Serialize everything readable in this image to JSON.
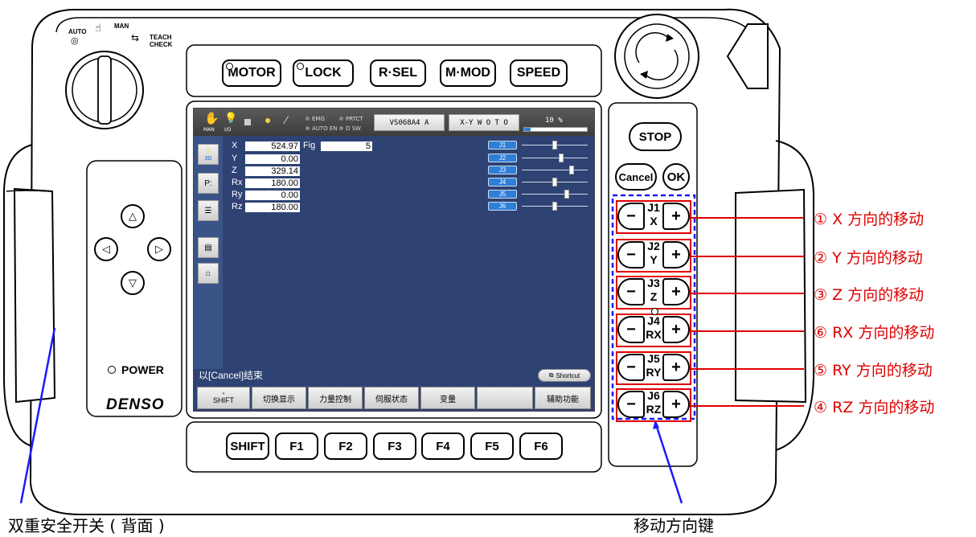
{
  "mode_switch": {
    "auto": "AUTO",
    "man": "MAN",
    "teach": "TEACH",
    "check": "CHECK"
  },
  "top_keys": [
    "MOTOR",
    "LOCK",
    "R·SEL",
    "M·MOD",
    "SPEED"
  ],
  "power_label": "POWER",
  "brand": "DENSO",
  "status_bar": {
    "icons": [
      {
        "icon": "hand-icon",
        "label": "MAN"
      },
      {
        "icon": "lamp-icon",
        "label": "I/O"
      },
      {
        "icon": "square-icon",
        "label": ""
      },
      {
        "icon": "bulb-icon",
        "label": ""
      },
      {
        "icon": "wrench-icon",
        "label": ""
      }
    ],
    "indicators": [
      "EMG",
      "PRTCT",
      "AUTO EN",
      "D SW"
    ],
    "robot_button": "VS068A4 A",
    "coord_button": "X-Y  W O T O",
    "speed": "10 %",
    "speed_fraction": 0.1
  },
  "side_tools": [
    {
      "icon": "cube-3d-icon",
      "label": "3D"
    },
    {
      "icon": "point-list-icon",
      "label": ""
    },
    {
      "icon": "variable-list-icon",
      "label": ""
    },
    {
      "icon": "program-icon",
      "label": ""
    },
    {
      "icon": "home-icon",
      "label": ""
    }
  ],
  "coordinates": [
    {
      "axis": "X",
      "value": "524.97"
    },
    {
      "axis": "Y",
      "value": "0.00"
    },
    {
      "axis": "Z",
      "value": "329.14"
    },
    {
      "axis": "Rx",
      "value": "180.00"
    },
    {
      "axis": "Ry",
      "value": "0.00"
    },
    {
      "axis": "Rz",
      "value": "180.00"
    }
  ],
  "fig": {
    "label": "Fig",
    "value": "5"
  },
  "joints": [
    {
      "label": "J1",
      "level": 0.5
    },
    {
      "label": "J2",
      "level": 0.6
    },
    {
      "label": "J3",
      "level": 0.75
    },
    {
      "label": "J4",
      "level": 0.5
    },
    {
      "label": "J5",
      "level": 0.68
    },
    {
      "label": "J6",
      "level": 0.5
    }
  ],
  "message": "以[Cancel]结束",
  "shortcut": "Shortcut",
  "function_bar": [
    "SHIFT",
    "切换显示",
    "力量控制",
    "伺服状态",
    "变量",
    "",
    "辅助功能"
  ],
  "fkeys": [
    "SHIFT",
    "F1",
    "F2",
    "F3",
    "F4",
    "F5",
    "F6"
  ],
  "right_keys": {
    "stop": "STOP",
    "cancel": "Cancel",
    "ok": "OK"
  },
  "jog_keys": [
    {
      "joint": "J1",
      "axis": "X"
    },
    {
      "joint": "J2",
      "axis": "Y"
    },
    {
      "joint": "J3",
      "axis": "Z"
    },
    {
      "joint": "J4",
      "axis": "RX"
    },
    {
      "joint": "J5",
      "axis": "RY"
    },
    {
      "joint": "J6",
      "axis": "RZ"
    }
  ],
  "jog_minus": "−",
  "jog_plus": "+",
  "annotations": [
    "① X 方向的移动",
    "② Y 方向的移动",
    "③ Z 方向的移动",
    "⑥ RX 方向的移动",
    "⑤ RY 方向的移动",
    "④ RZ 方向的移动"
  ],
  "bottom_labels": {
    "enable_switch": "双重安全开关 ( 背面 )",
    "jog_keys": "移动方向键"
  },
  "colors": {
    "screen_bg": "#2e4373",
    "annotation_red": "#e00000",
    "dashed_blue": "#1a1aff"
  }
}
